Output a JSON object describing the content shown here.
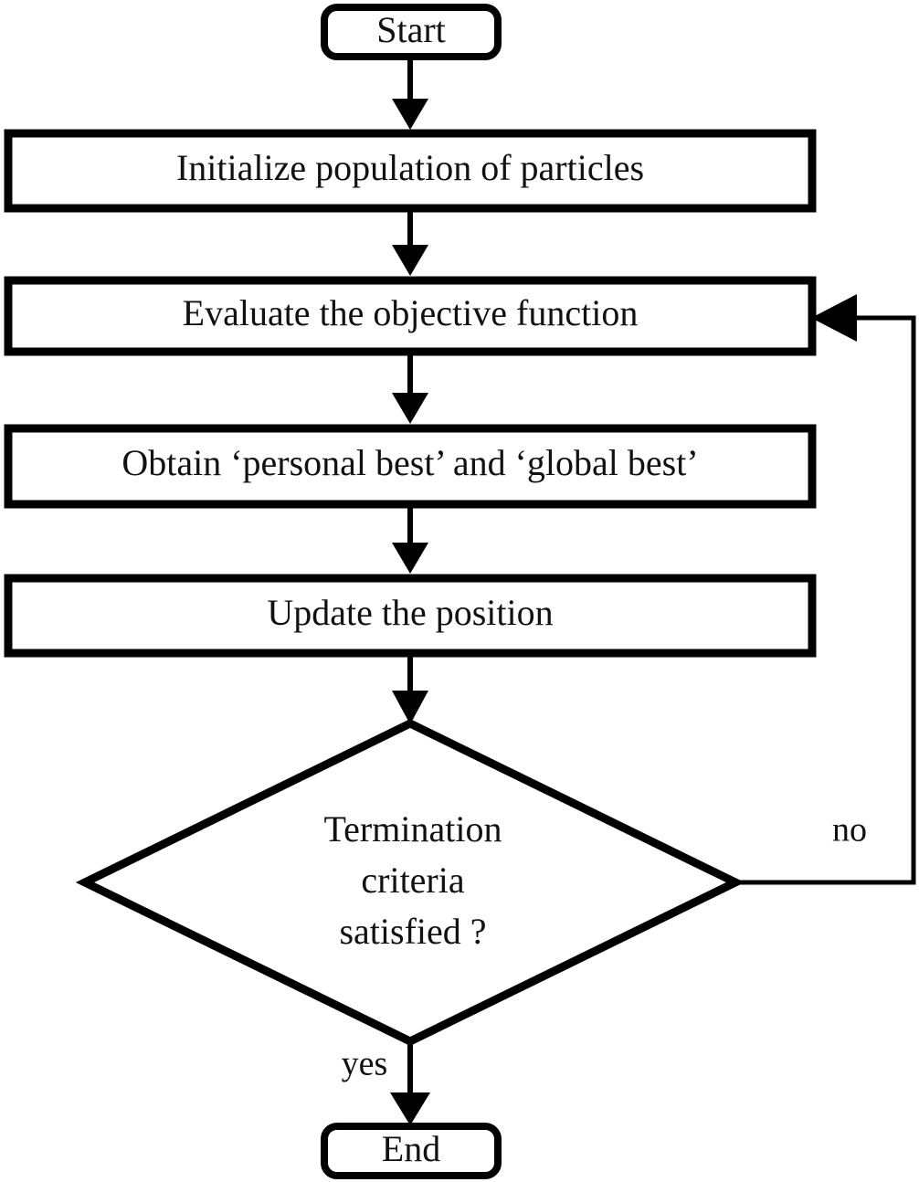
{
  "diagram": {
    "title": "Particle Swarm Optimization flowchart",
    "type": "flowchart",
    "background_color": "#ffffff",
    "line_color": "#000000",
    "text_color": "#111111"
  },
  "nodes": {
    "start": {
      "label": "Start",
      "shape": "rounded-terminator"
    },
    "initialize": {
      "label": "Initialize population of particles",
      "shape": "rectangle"
    },
    "evaluate": {
      "label": "Evaluate the objective function",
      "shape": "rectangle"
    },
    "obtain": {
      "label": "Obtain ‘personal best’ and ‘global best’",
      "shape": "rectangle"
    },
    "update": {
      "label": "Update the position",
      "shape": "rectangle"
    },
    "decision": {
      "shape": "diamond",
      "line1": "Termination",
      "line2": "criteria",
      "line3": "satisfied ?"
    },
    "end": {
      "label": "End",
      "shape": "rounded-terminator"
    }
  },
  "edge_labels": {
    "no": "no",
    "yes": "yes"
  },
  "edges": [
    {
      "from": "start",
      "to": "initialize",
      "label": ""
    },
    {
      "from": "initialize",
      "to": "evaluate",
      "label": ""
    },
    {
      "from": "evaluate",
      "to": "obtain",
      "label": ""
    },
    {
      "from": "obtain",
      "to": "update",
      "label": ""
    },
    {
      "from": "update",
      "to": "decision",
      "label": ""
    },
    {
      "from": "decision",
      "to": "evaluate",
      "label": "no"
    },
    {
      "from": "decision",
      "to": "end",
      "label": "yes"
    }
  ]
}
